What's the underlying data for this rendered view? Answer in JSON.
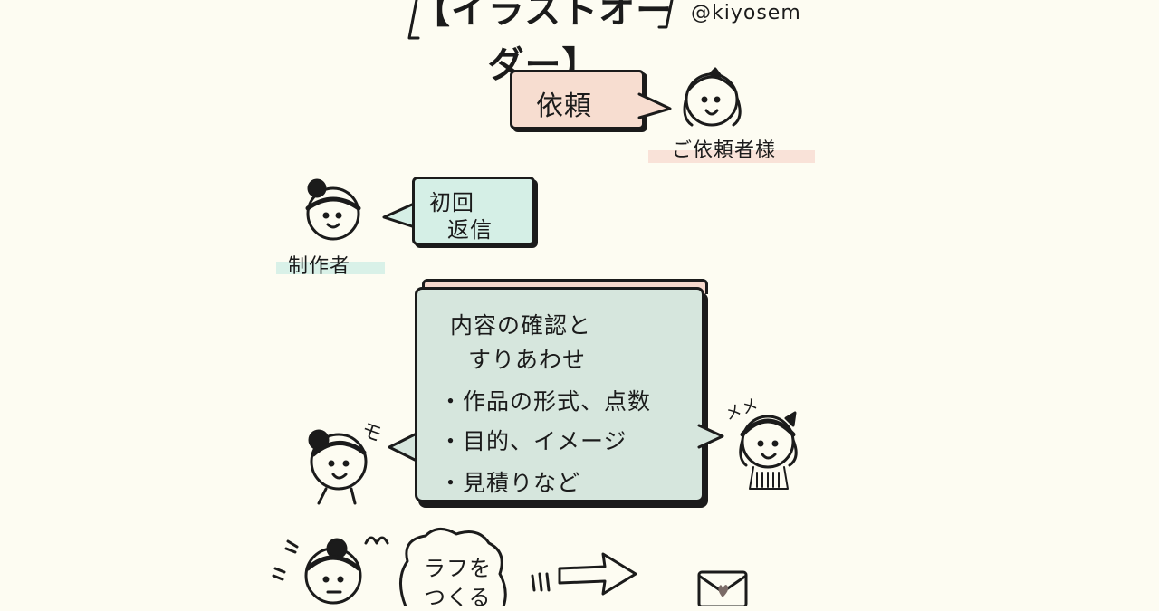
{
  "header": {
    "title": "【イラストオーダー】",
    "handle": "@kiyosem"
  },
  "client": {
    "request_bubble": "依頼",
    "label": "ご依頼者様"
  },
  "creator": {
    "label": "制作者",
    "reply_bubble_line1": "初回",
    "reply_bubble_line2": "返信"
  },
  "confirmation": {
    "heading_line1": "内容の確認と",
    "heading_line2": "すりあわせ",
    "items": [
      "・作品の形式、点数",
      "・目的、イメージ",
      "・見積りなど"
    ],
    "creator_mark": "モ",
    "client_mark": "メメ"
  },
  "rough": {
    "bubble_line1": "ラフを",
    "bubble_line2": "つくる"
  },
  "colors": {
    "background": "#fdfcf2",
    "pink": "#f7ddd0",
    "mint": "#d5efe6",
    "sage": "#d6e6dd",
    "ink": "#1b1b1b"
  }
}
